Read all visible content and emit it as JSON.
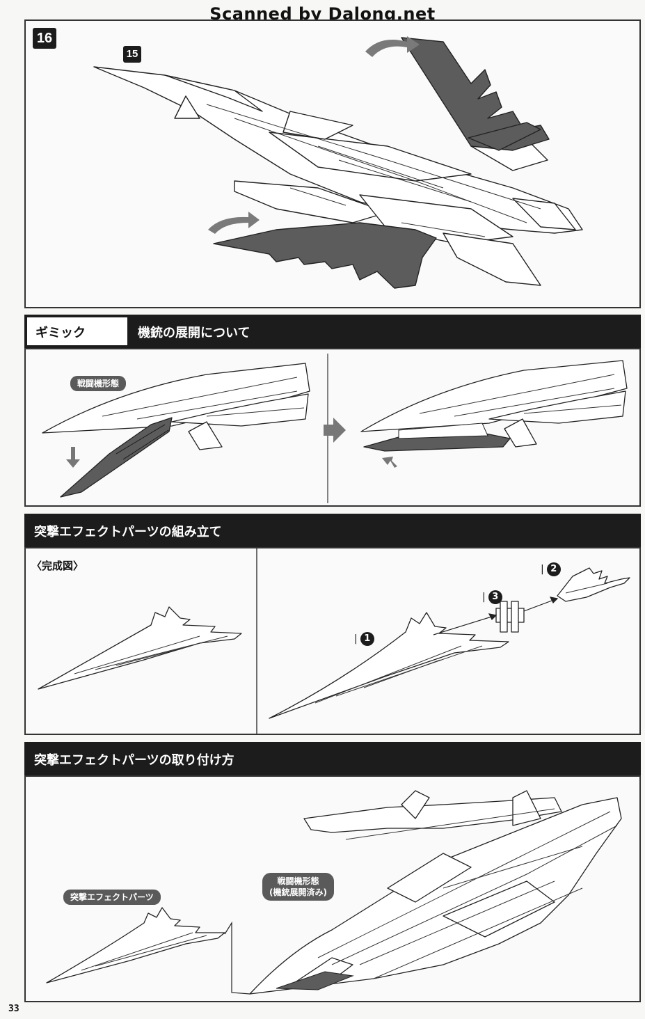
{
  "watermark": "Scanned by Dalong.net",
  "step16": {
    "step_number": "16",
    "part_ref": "15"
  },
  "gimmick": {
    "tab_label": "ギミック",
    "title": "機銃の展開について",
    "mode_label": "戦闘機形態"
  },
  "assembly": {
    "title": "突撃エフェクトパーツの組み立て",
    "complete_label": "〈完成図〉",
    "parts": [
      {
        "num": "1"
      },
      {
        "num": "2"
      },
      {
        "num": "3"
      }
    ]
  },
  "attach": {
    "title": "突撃エフェクトパーツの取り付け方",
    "effect_label": "突撃エフェクトパーツ",
    "mode_label_line1": "戦闘機形態",
    "mode_label_line2": "(機銃展開済み)"
  },
  "page_number": "33",
  "colors": {
    "header_bg": "#1c1c1c",
    "part_gray": "#5c5c5c",
    "arrow_gray": "#777777"
  }
}
